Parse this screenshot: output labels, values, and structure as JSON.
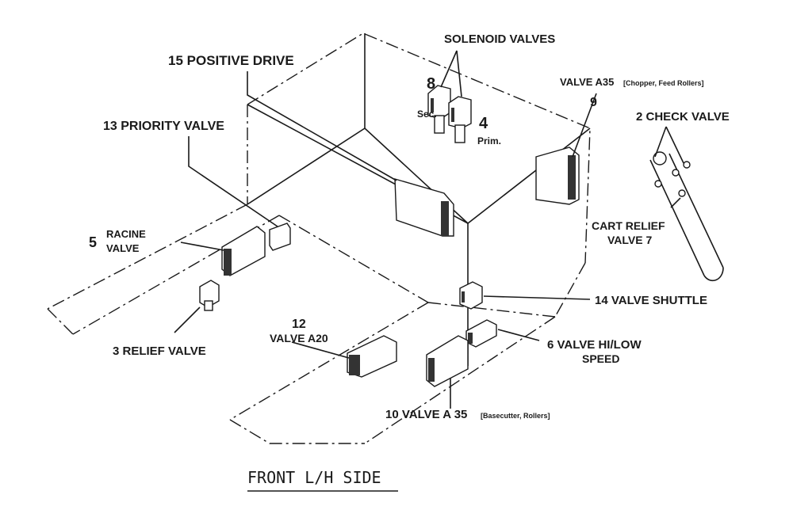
{
  "diagram": {
    "caption": "FRONT L/H SIDE",
    "labels": {
      "solenoid_valves": "SOLENOID VALVES",
      "positive_drive": "15 POSITIVE DRIVE",
      "priority_valve": "13 PRIORITY VALVE",
      "valve_a35_top": "VALVE A35",
      "valve_a35_top_note": "[Chopper, Feed Rollers]",
      "nine": "9",
      "check_valve": "2 CHECK VALVE",
      "eight": "8",
      "sec": "Sec.",
      "four": "4",
      "prim": "Prim.",
      "racine_num": "5",
      "racine_1": "RACINE",
      "racine_2": "VALVE",
      "cart_relief_1": "CART RELIEF",
      "cart_relief_2": "VALVE 7",
      "valve_shuttle": "14 VALVE SHUTTLE",
      "twelve": "12",
      "valve_a20": "VALVE A20",
      "relief_valve": "3 RELIEF VALVE",
      "hilow_1": "6 VALVE HI/LOW",
      "hilow_2": "SPEED",
      "valve_a35_bottom": "10 VALVE A 35",
      "valve_a35_bottom_note": "[Basecutter, Rollers]"
    }
  }
}
